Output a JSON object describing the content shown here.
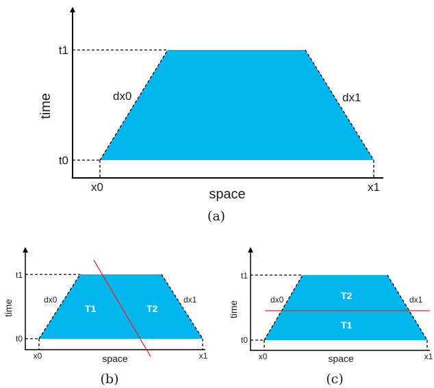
{
  "colors": {
    "trapezoid": "#00B4EE",
    "cut_line": "#E3262F",
    "axis": "#000000"
  },
  "panel_a": {
    "caption": "(a)",
    "xlabel": "space",
    "ylabel": "time",
    "x0": "x0",
    "x1": "x1",
    "t0": "t0",
    "t1": "t1",
    "dx0": "dx0",
    "dx1": "dx1"
  },
  "panel_b": {
    "caption": "(b)",
    "xlabel": "space",
    "ylabel": "time",
    "x0": "x0",
    "x1": "x1",
    "t0": "t0",
    "t1": "t1",
    "dx0": "dx0",
    "dx1": "dx1",
    "region_left": "T1",
    "region_right": "T2"
  },
  "panel_c": {
    "caption": "(c)",
    "xlabel": "space",
    "ylabel": "time",
    "x0": "x0",
    "x1": "x1",
    "t0": "t0",
    "t1": "t1",
    "dx0": "dx0",
    "dx1": "dx1",
    "region_top": "T2",
    "region_bottom": "T1"
  }
}
